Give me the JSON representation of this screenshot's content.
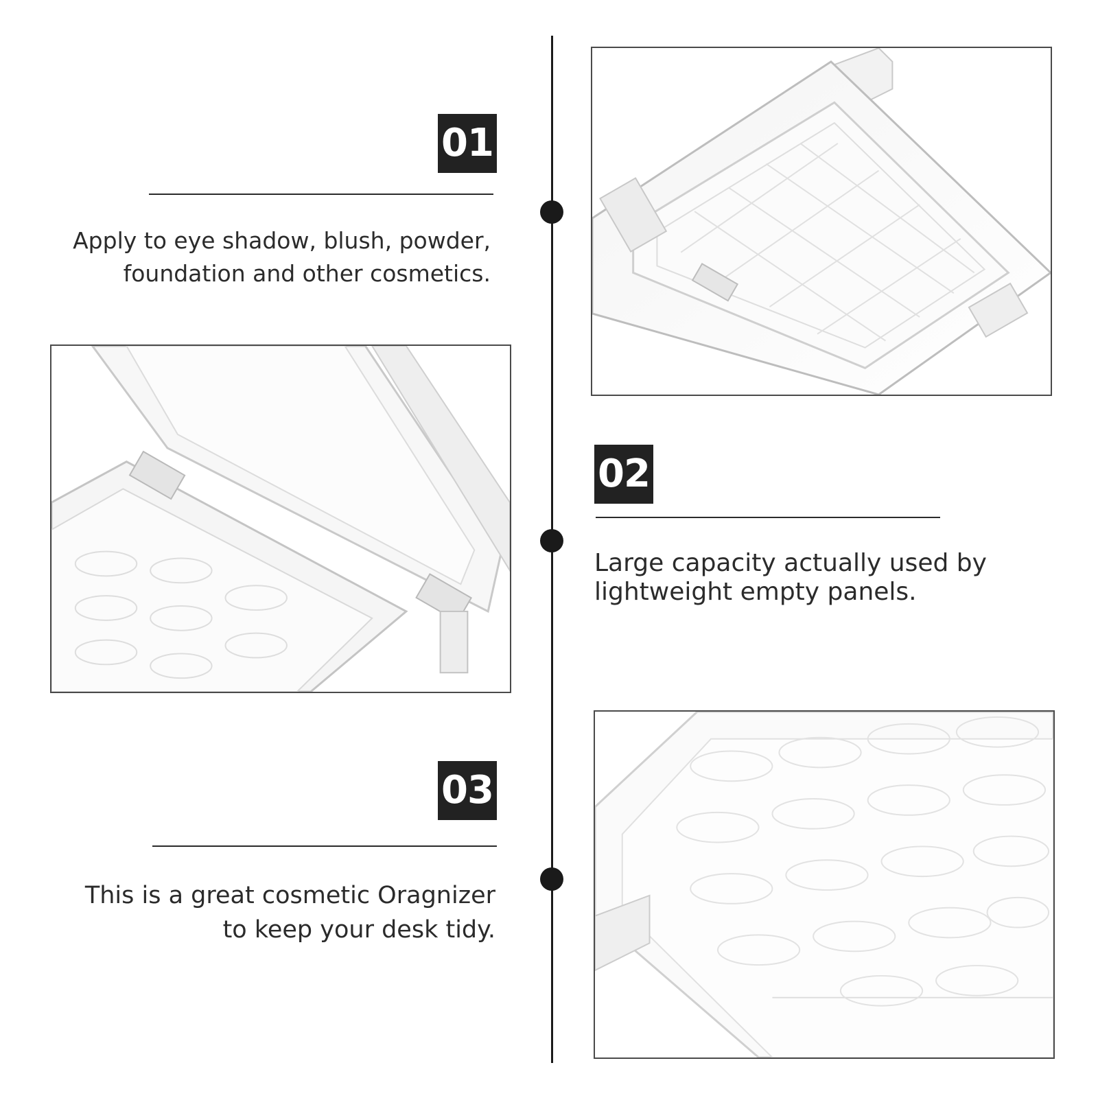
{
  "features": [
    {
      "number": "01",
      "lines": [
        "Apply to eye shadow, blush, powder,",
        "foundation and other cosmetics."
      ]
    },
    {
      "number": "02",
      "lines": [
        "Large capacity actually used by",
        "lightweight empty panels."
      ]
    },
    {
      "number": "03",
      "lines": [
        "This is a great cosmetic Oragnizer",
        "to keep your desk tidy."
      ]
    }
  ],
  "images": [
    {
      "name": "clear-palette-open-lid-photo"
    },
    {
      "name": "clear-palette-hinge-closeup-photo"
    },
    {
      "name": "clear-palette-grid-tray-photo"
    }
  ]
}
